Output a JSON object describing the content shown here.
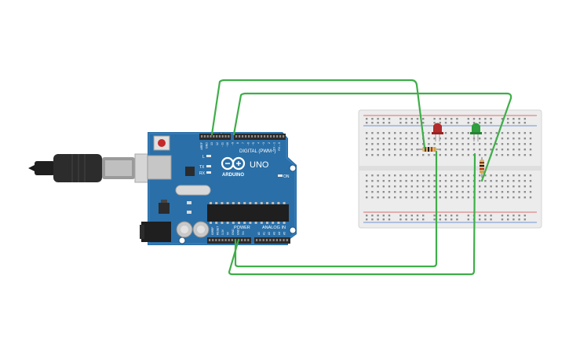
{
  "colors": {
    "board": "#2a6fa8",
    "board_dark": "#1d5482",
    "header": "#2b2b2b",
    "wire": "#3fae49",
    "breadboard": "#ececec",
    "breadboard_border": "#d4d4d4",
    "hole": "#8e8e8e",
    "rail_red": "#d64545",
    "rail_blue": "#4a78c8",
    "led_red": "#b32b2b",
    "led_green": "#2e9e3e",
    "usb_body": "#3a3a3a",
    "usb_metal": "#c9c9c9"
  },
  "arduino": {
    "logo_text": "ARDUINO",
    "model": "UNO",
    "digital_label": "DIGITAL (PWM~)",
    "power_label": "POWER",
    "analog_label": "ANALOG IN",
    "on_label": "ON",
    "tx_label": "TX",
    "rx_label": "RX",
    "l_label": "L",
    "digital_pins": [
      "AREF",
      "GND",
      "13",
      "12",
      "~11",
      "~10",
      "~9",
      "8",
      "7",
      "~6",
      "~5",
      "4",
      "~3",
      "2",
      "TX→1",
      "RX←0"
    ],
    "power_pins": [
      "IOREF",
      "RESET",
      "3.3V",
      "5V",
      "GND",
      "GND",
      "Vin"
    ],
    "analog_pins": [
      "A0",
      "A1",
      "A2",
      "A3",
      "A4",
      "A5"
    ]
  },
  "components": {
    "usb_cable": "usb-cable-icon",
    "led_1": "red-led-icon",
    "led_2": "green-led-icon",
    "resistor_1": "resistor-icon",
    "resistor_2": "resistor-icon"
  }
}
